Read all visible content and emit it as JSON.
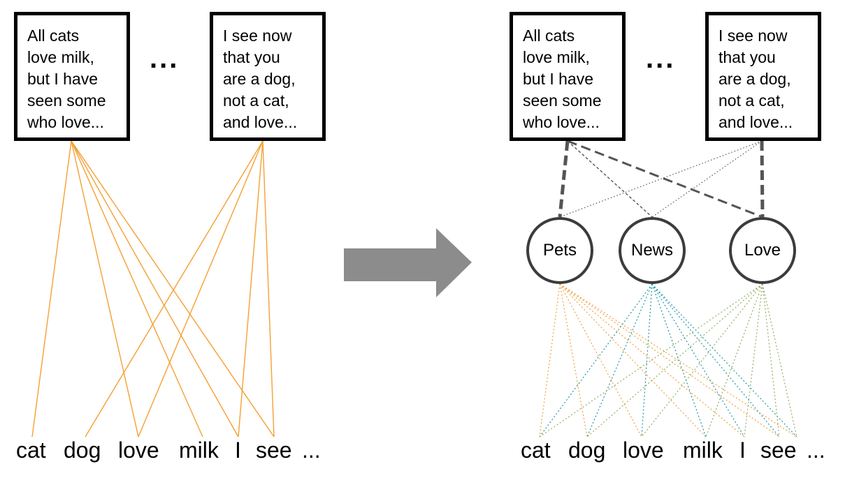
{
  "left_panel": {
    "documents": [
      {
        "text": "All cats\nlove milk,\nbut I have\nseen some\nwho love..."
      },
      {
        "text": "I see now\nthat you\nare a dog,\nnot a cat,\nand love..."
      }
    ],
    "ellipsis": "...",
    "words": [
      "cat",
      "dog",
      "love",
      "milk",
      "I",
      "see",
      "..."
    ]
  },
  "right_panel": {
    "documents": [
      {
        "text": "All cats\nlove milk,\nbut I have\nseen some\nwho love..."
      },
      {
        "text": "I see now\nthat you\nare a dog,\nnot a cat,\nand love..."
      }
    ],
    "ellipsis": "...",
    "topics": [
      {
        "label": "Pets",
        "color": "#f0a040"
      },
      {
        "label": "News",
        "color": "#1f97a6"
      },
      {
        "label": "Love",
        "color": "#8fae64"
      }
    ],
    "words": [
      "cat",
      "dog",
      "love",
      "milk",
      "I",
      "see",
      "..."
    ]
  },
  "colors": {
    "doc_word_edge": "#f5a033",
    "doc_topic_edge": "#555555",
    "arrow": "#8c8c8c"
  }
}
